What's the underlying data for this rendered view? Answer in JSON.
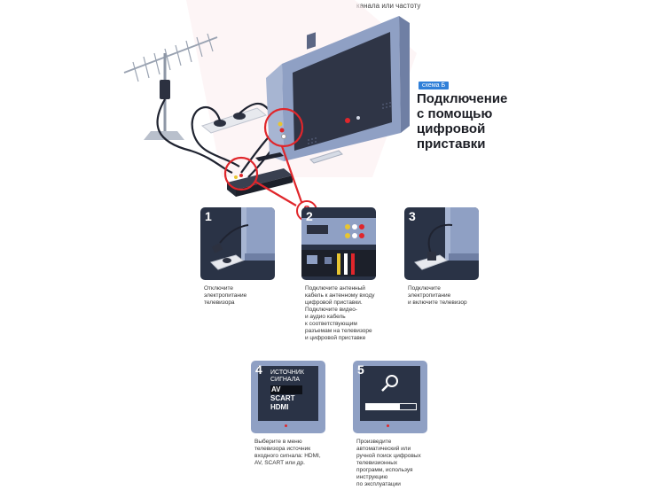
{
  "header": {
    "top_caption": "канала или частоту",
    "scheme_badge": "схема Б",
    "title_lines": [
      "Подключение",
      "с помощью",
      "цифровой",
      "приставки"
    ]
  },
  "callout_number": "2",
  "steps": [
    {
      "number": "1",
      "text": [
        "Отключите",
        "электропитание",
        "телевизора"
      ]
    },
    {
      "number": "2",
      "text": [
        "Подключите антенный",
        "кабель к антенному входу",
        "цифровой приставки.",
        "Подключите видео-",
        "и аудио кабель",
        "к соответствующим",
        "разъемам на телевизоре",
        "и цифровой приставке"
      ]
    },
    {
      "number": "3",
      "text": [
        "Подключите",
        "электропитание",
        "и включите телевизор"
      ]
    },
    {
      "number": "4",
      "text": [
        "Выберите в меню",
        "телевизора источник",
        "входного сигнала: HDMI,",
        "AV, SCART или др."
      ]
    },
    {
      "number": "5",
      "text": [
        "Произведите",
        "автоматический или",
        "ручной поиск цифровых",
        "телевизионных",
        "программ, используя",
        "инструкцию",
        "по эксплуатации"
      ]
    }
  ],
  "menu": {
    "heading_lines": [
      "ИСТОЧНИК",
      "СИГНАЛА"
    ],
    "options": [
      "AV",
      "SCART",
      "HDMI"
    ]
  },
  "colors": {
    "accent_red": "#e0262b",
    "badge_blue": "#2f7fd8",
    "card_dark": "#2a3346",
    "tv_blue": "#8fa0c4"
  },
  "icons": [
    "antenna-icon",
    "tv-icon",
    "set-top-box-icon",
    "remote-icon",
    "power-outlet-icon",
    "plug-icon",
    "search-icon"
  ]
}
